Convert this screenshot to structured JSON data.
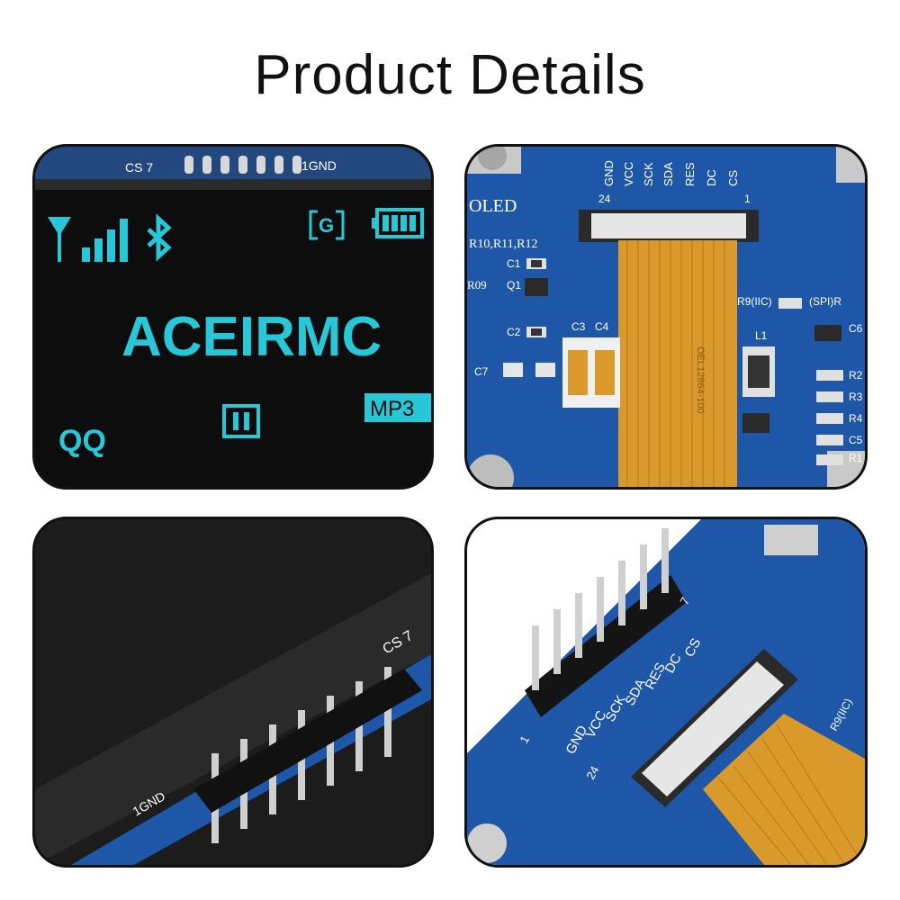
{
  "title": "Product Details",
  "colors": {
    "oled_text": "#27c7d8",
    "pcb_blue": "#1f57a8",
    "flex_cable": "#d99a2b"
  },
  "panel1": {
    "header_left": "CS 7",
    "header_right": "1GND",
    "brand": "ACEIRMC",
    "bottom_left": "QQ",
    "badge": "MP3",
    "letter_box": "G",
    "icons": [
      "signal-icon",
      "bluetooth-icon",
      "battery-icon",
      "pause-icon"
    ]
  },
  "panel2": {
    "pins": [
      "GND",
      "VCC",
      "SCK",
      "SDA",
      "RES",
      "DC",
      "CS"
    ],
    "pin_left": "24",
    "pin_right": "1",
    "oled": "OLED",
    "resistors_top": "R10,R11,R12",
    "c1": "C1",
    "q1": "Q1",
    "r09": "R09",
    "c2": "C2",
    "c3": "C3",
    "c4": "C4",
    "c7": "C7",
    "cable_text": "OEL12864-100",
    "iic": "R9(IIC)",
    "spi": "(SPI)R",
    "l1": "L1",
    "c6": "C6",
    "right_labels": [
      "R2",
      "R3",
      "R4",
      "C5",
      "R1"
    ]
  },
  "panel3": {
    "cs": "CS 7",
    "gnd": "1GND"
  },
  "panel4": {
    "pins": [
      "GND",
      "VCC",
      "SCK",
      "SDA",
      "RES",
      "DC",
      "CS"
    ],
    "n24": "24",
    "n1": "1",
    "n7": "7",
    "iic": "R9(IIC)"
  }
}
